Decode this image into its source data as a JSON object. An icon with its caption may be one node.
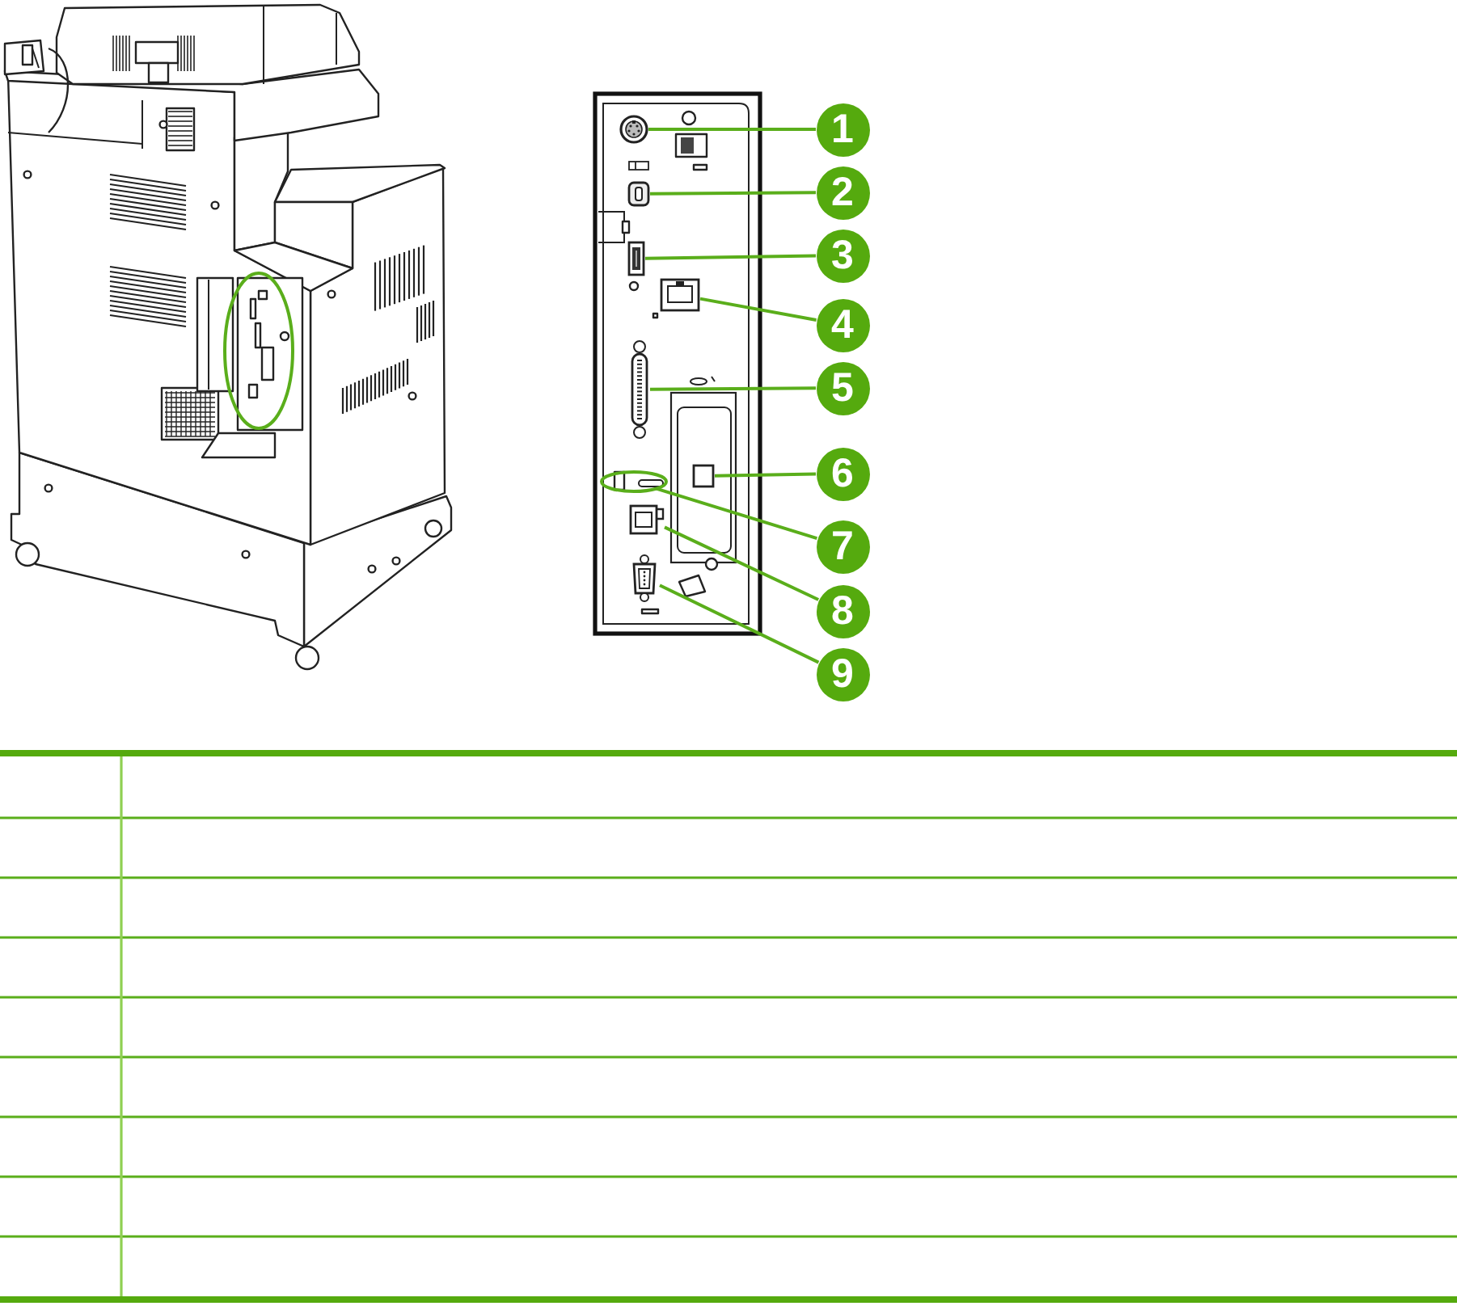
{
  "diagram": {
    "nodes": [
      {
        "text": [
          "1"
        ]
      },
      {
        "text": [
          "2"
        ]
      },
      {
        "text": [
          "3"
        ]
      },
      {
        "text": [
          "4"
        ]
      },
      {
        "text": [
          "5"
        ]
      },
      {
        "text": [
          "6"
        ]
      },
      {
        "text": [
          "7"
        ]
      },
      {
        "text": [
          "8"
        ]
      },
      {
        "text": [
          "9"
        ]
      },
      {
        "text": [],
        "shape": "picture"
      },
      {
        "text": [],
        "shape": "picture"
      },
      {
        "text": [],
        "shape": "picture"
      },
      {
        "text": [],
        "shape": "picture"
      },
      {
        "text": [],
        "shape": "picture"
      },
      {
        "text": [],
        "shape": "box"
      },
      {
        "text": [],
        "shape": "ellipse"
      },
      {
        "text": [],
        "shape": "picture"
      },
      {
        "text": [],
        "shape": "picture"
      }
    ],
    "edges": [
      {
        "from": 0,
        "to": 9,
        "arrow": "none"
      },
      {
        "from": 1,
        "to": 10,
        "arrow": "none"
      },
      {
        "from": 2,
        "to": 11,
        "arrow": "none"
      },
      {
        "from": 3,
        "to": 12,
        "arrow": "none"
      },
      {
        "from": 4,
        "to": 13,
        "arrow": "none"
      },
      {
        "from": 5,
        "to": 14,
        "arrow": "none"
      },
      {
        "from": 6,
        "to": 15,
        "arrow": "none"
      },
      {
        "from": 7,
        "to": 16,
        "arrow": "none"
      },
      {
        "from": 8,
        "to": 17,
        "arrow": "none"
      }
    ]
  }
}
